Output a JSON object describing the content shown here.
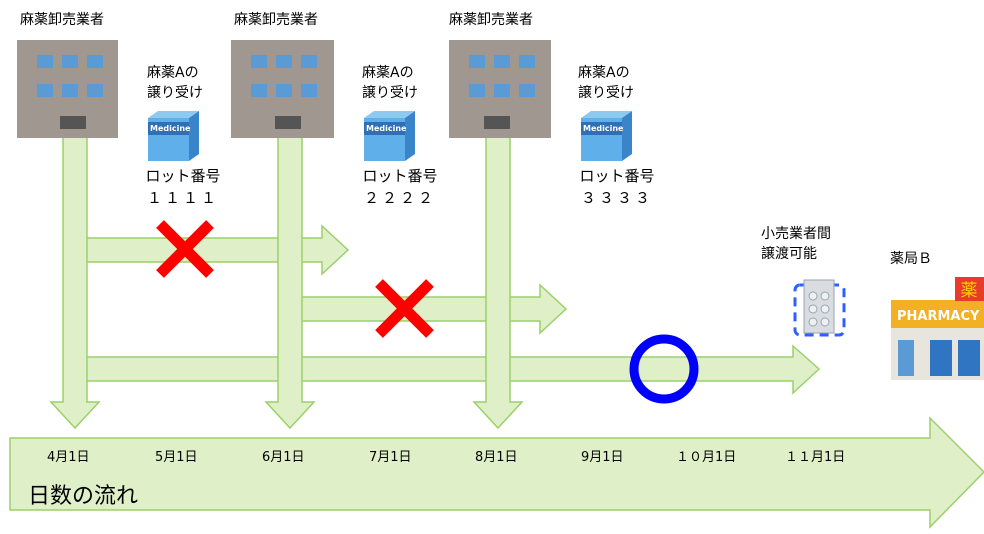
{
  "wholesalers": [
    {
      "label": "麻薬卸売業者"
    },
    {
      "label": "麻薬卸売業者"
    },
    {
      "label": "麻薬卸売業者"
    }
  ],
  "transfers": [
    {
      "line1": "麻薬Aの",
      "line2": "譲り受け",
      "box_text": "Medicine",
      "lot_label": "ロット番号",
      "lot_number": "１１１１"
    },
    {
      "line1": "麻薬Aの",
      "line2": "譲り受け",
      "box_text": "Medicine",
      "lot_label": "ロット番号",
      "lot_number": "２２２２"
    },
    {
      "line1": "麻薬Aの",
      "line2": "譲り受け",
      "box_text": "Medicine",
      "lot_label": "ロット番号",
      "lot_number": "３３３３"
    }
  ],
  "retail_transfer": {
    "line1": "小売業者間",
    "line2": "譲渡可能"
  },
  "pharmacy": {
    "label": "薬局Ｂ",
    "sign_text": "PHARMACY",
    "kanji": "薬"
  },
  "timeline": {
    "title": "日数の流れ",
    "dates": [
      "4月1日",
      "5月1日",
      "6月1日",
      "7月1日",
      "8月1日",
      "9月1日",
      "１０月1日",
      "１１月1日"
    ]
  },
  "colors": {
    "arrow_fill": "#dff0c8",
    "arrow_stroke": "#9bd06a",
    "cross": "#ff0000",
    "circle": "#0000ff",
    "building": "#a09890",
    "window": "#5b9bd5"
  }
}
